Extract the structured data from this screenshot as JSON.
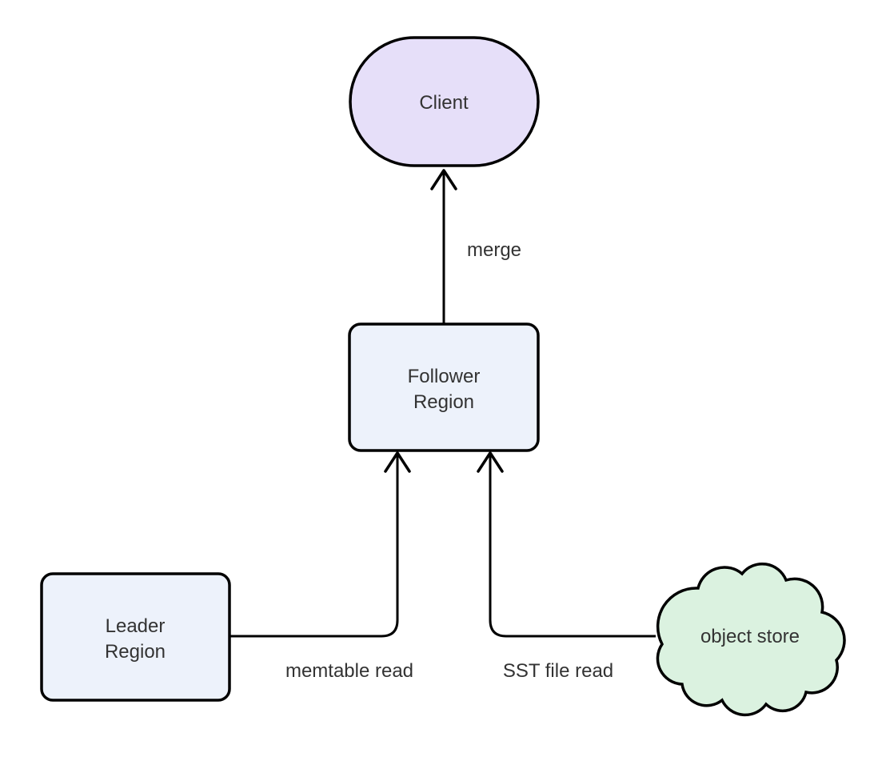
{
  "diagram": {
    "type": "flowchart",
    "background_color": "#ffffff",
    "line_color": "#000000",
    "text_color": "#333333",
    "nodes": {
      "client": {
        "label": "Client",
        "shape": "stadium",
        "fill": "#e6dff9"
      },
      "follower_region": {
        "lines": [
          "Follower",
          "Region"
        ],
        "shape": "rounded-rectangle",
        "fill": "#edf2fb"
      },
      "leader_region": {
        "lines": [
          "Leader",
          "Region"
        ],
        "shape": "rounded-rectangle",
        "fill": "#edf2fb"
      },
      "object_store": {
        "label": "object store",
        "shape": "cloud",
        "fill": "#dbf2e0"
      }
    },
    "edges": [
      {
        "from": "Follower Region",
        "to": "Client",
        "label": "merge"
      },
      {
        "from": "Leader Region",
        "to": "Follower Region",
        "label": "memtable read"
      },
      {
        "from": "object store",
        "to": "Follower Region",
        "label": "SST file read"
      }
    ]
  }
}
